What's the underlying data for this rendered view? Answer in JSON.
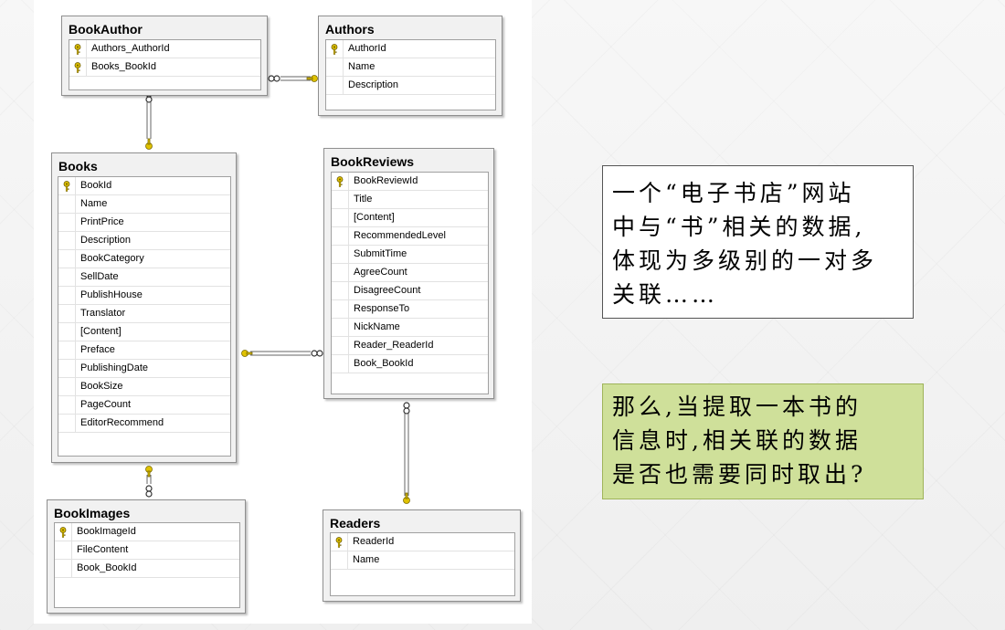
{
  "entities": {
    "bookauthor": {
      "title": "BookAuthor",
      "fields": [
        {
          "name": "Authors_AuthorId",
          "key": true
        },
        {
          "name": "Books_BookId",
          "key": true
        }
      ]
    },
    "authors": {
      "title": "Authors",
      "fields": [
        {
          "name": "AuthorId",
          "key": true
        },
        {
          "name": "Name",
          "key": false
        },
        {
          "name": "Description",
          "key": false
        }
      ]
    },
    "books": {
      "title": "Books",
      "fields": [
        {
          "name": "BookId",
          "key": true
        },
        {
          "name": "Name",
          "key": false
        },
        {
          "name": "PrintPrice",
          "key": false
        },
        {
          "name": "Description",
          "key": false
        },
        {
          "name": "BookCategory",
          "key": false
        },
        {
          "name": "SellDate",
          "key": false
        },
        {
          "name": "PublishHouse",
          "key": false
        },
        {
          "name": "Translator",
          "key": false
        },
        {
          "name": "[Content]",
          "key": false
        },
        {
          "name": "Preface",
          "key": false
        },
        {
          "name": "PublishingDate",
          "key": false
        },
        {
          "name": "BookSize",
          "key": false
        },
        {
          "name": "PageCount",
          "key": false
        },
        {
          "name": "EditorRecommend",
          "key": false
        }
      ]
    },
    "bookreviews": {
      "title": "BookReviews",
      "fields": [
        {
          "name": "BookReviewId",
          "key": true
        },
        {
          "name": "Title",
          "key": false
        },
        {
          "name": "[Content]",
          "key": false
        },
        {
          "name": "RecommendedLevel",
          "key": false
        },
        {
          "name": "SubmitTime",
          "key": false
        },
        {
          "name": "AgreeCount",
          "key": false
        },
        {
          "name": "DisagreeCount",
          "key": false
        },
        {
          "name": "ResponseTo",
          "key": false
        },
        {
          "name": "NickName",
          "key": false
        },
        {
          "name": "Reader_ReaderId",
          "key": false
        },
        {
          "name": "Book_BookId",
          "key": false
        }
      ]
    },
    "bookimages": {
      "title": "BookImages",
      "fields": [
        {
          "name": "BookImageId",
          "key": true
        },
        {
          "name": "FileContent",
          "key": false
        },
        {
          "name": "Book_BookId",
          "key": false
        }
      ]
    },
    "readers": {
      "title": "Readers",
      "fields": [
        {
          "name": "ReaderId",
          "key": true
        },
        {
          "name": "Name",
          "key": false
        }
      ]
    }
  },
  "notes": {
    "intro": {
      "lines": [
        "一个“电子书店”网站",
        "中与“书”相关的数据,",
        "体现为多级别的一对多",
        "关联……"
      ]
    },
    "question": {
      "lines": [
        "那么,当提取一本书的",
        "信息时,相关联的数据",
        "是否也需要同时取出?"
      ]
    }
  },
  "colors": {
    "key_icon": "#e0c200",
    "note_green": "#cfe09a"
  }
}
